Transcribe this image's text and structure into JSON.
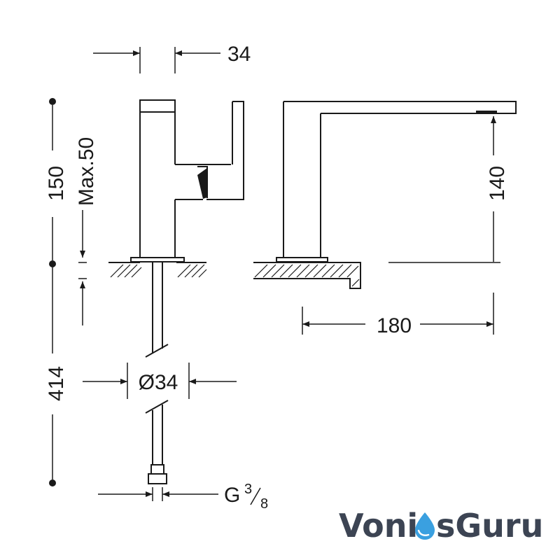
{
  "dimensions": {
    "top_width": "34",
    "height_total": "150",
    "handle_max": "Max.50",
    "spout_height": "140",
    "spout_reach": "180",
    "hose_length": "414",
    "hole_diameter": "Ø34",
    "connection_prefix": "G",
    "connection_num": "3",
    "connection_den": "8"
  },
  "logo": {
    "part1": "Voni",
    "part2": "sGuru",
    "icon": "water-drop-icon",
    "colors": {
      "text": "#3c4453",
      "drop": "#3aa0e0"
    }
  }
}
